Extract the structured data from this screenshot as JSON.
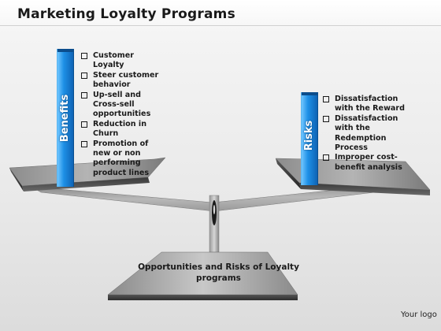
{
  "title": "Marketing Loyalty Programs",
  "benefits": {
    "label": "Benefits",
    "items": [
      "Customer Loyalty",
      "Steer customer behavior",
      "Up-sell and Cross-sell opportunities",
      "Reduction in Churn",
      "Promotion of new or non performing product lines"
    ]
  },
  "risks": {
    "label": "Risks",
    "items": [
      "Dissatisfaction with the Reward",
      "Dissatisfaction with the Redemption Process",
      "Improper cost-benefit analysis"
    ]
  },
  "base_caption": "Opportunities and Risks of Loyalty programs",
  "logo_text": "Your logo",
  "colors": {
    "bar_blue": "#1e90e6",
    "metal": "#9a9a9a"
  }
}
